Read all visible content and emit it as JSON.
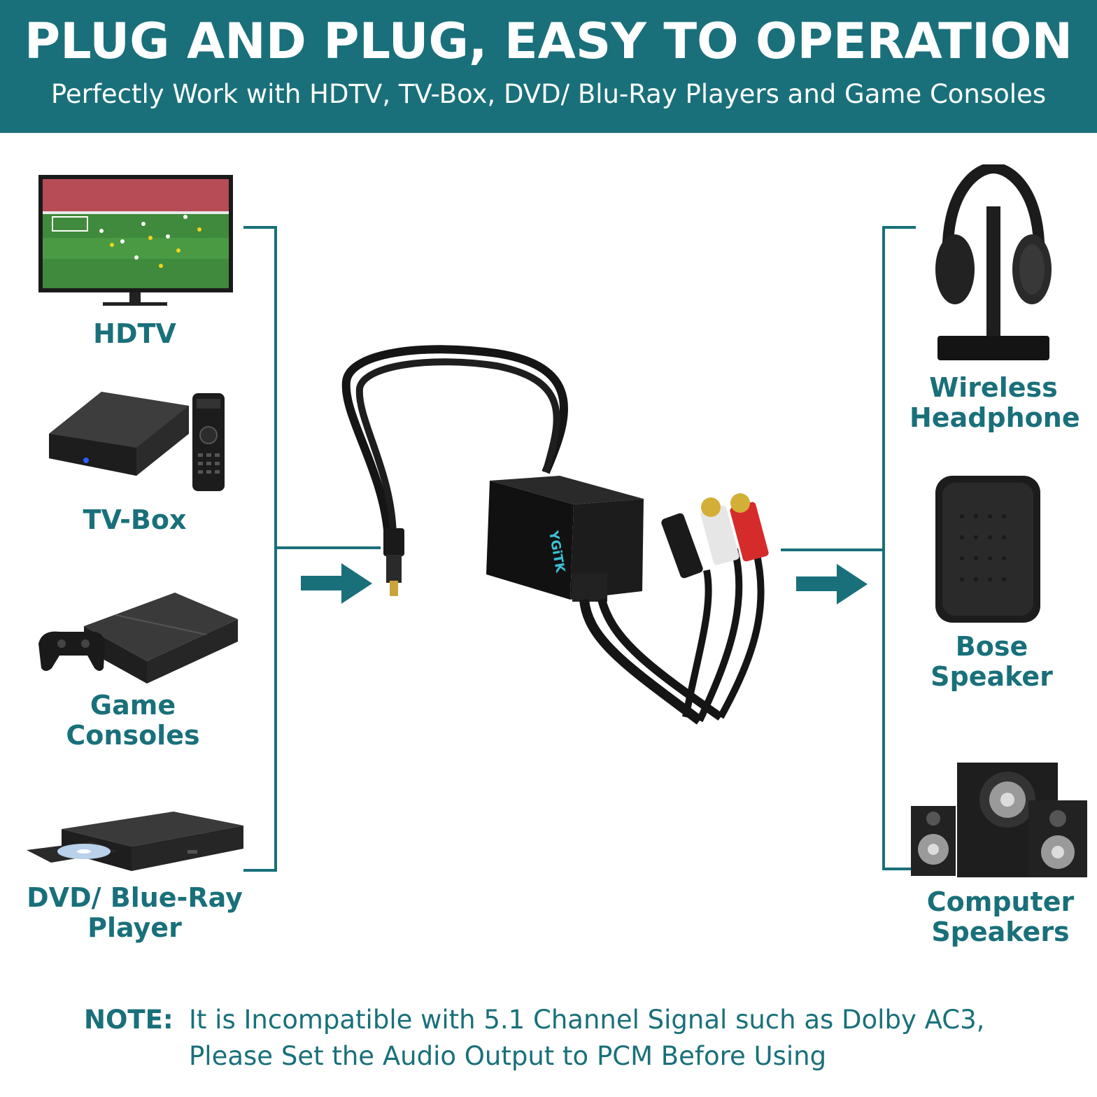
{
  "header": {
    "title": "PLUG AND PLUG, EASY TO OPERATION",
    "subtitle": "Perfectly Work with HDTV, TV-Box, DVD/ Blu-Ray Players and Game Consoles"
  },
  "inputs": [
    {
      "lines": [
        "HDTV"
      ]
    },
    {
      "lines": [
        "TV-Box"
      ]
    },
    {
      "lines": [
        "Game",
        "Consoles"
      ]
    },
    {
      "lines": [
        "DVD/ Blue-Ray",
        "Player"
      ]
    }
  ],
  "outputs": [
    {
      "lines": [
        "Wireless",
        "Headphone"
      ]
    },
    {
      "lines": [
        "Bose",
        "Speaker"
      ]
    },
    {
      "lines": [
        "Computer",
        "Speakers"
      ]
    }
  ],
  "product": {
    "brand": "YGiTK"
  },
  "note": {
    "label": "NOTE:",
    "lines": [
      "It is Incompatible with 5.1 Channel Signal such as Dolby AC3,",
      "Please Set the Audio Output to PCM Before Using"
    ]
  },
  "colors": {
    "accent": "#19707a",
    "background": "#ffffff"
  }
}
